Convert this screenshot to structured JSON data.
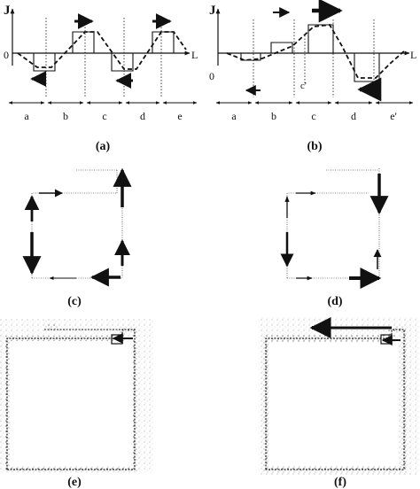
{
  "panel_a": {
    "y_axis_label": "J",
    "origin_label": "0",
    "x_axis_label": "L",
    "regions": [
      "a",
      "b",
      "c",
      "d",
      "e"
    ],
    "caption": "(a)"
  },
  "panel_b": {
    "y_axis_label": "J",
    "origin_label": "0",
    "x_axis_label": "L",
    "regions": [
      "a",
      "b",
      "c",
      "d",
      "e'"
    ],
    "annotation": "c'",
    "caption": "(b)"
  },
  "panel_c": {
    "caption": "(c)"
  },
  "panel_d": {
    "caption": "(d)"
  },
  "panel_e": {
    "caption": "(e)"
  },
  "panel_f": {
    "caption": "(f)"
  },
  "colors": {
    "ink": "#111111",
    "grey_speckle": "#9a9a9a"
  }
}
